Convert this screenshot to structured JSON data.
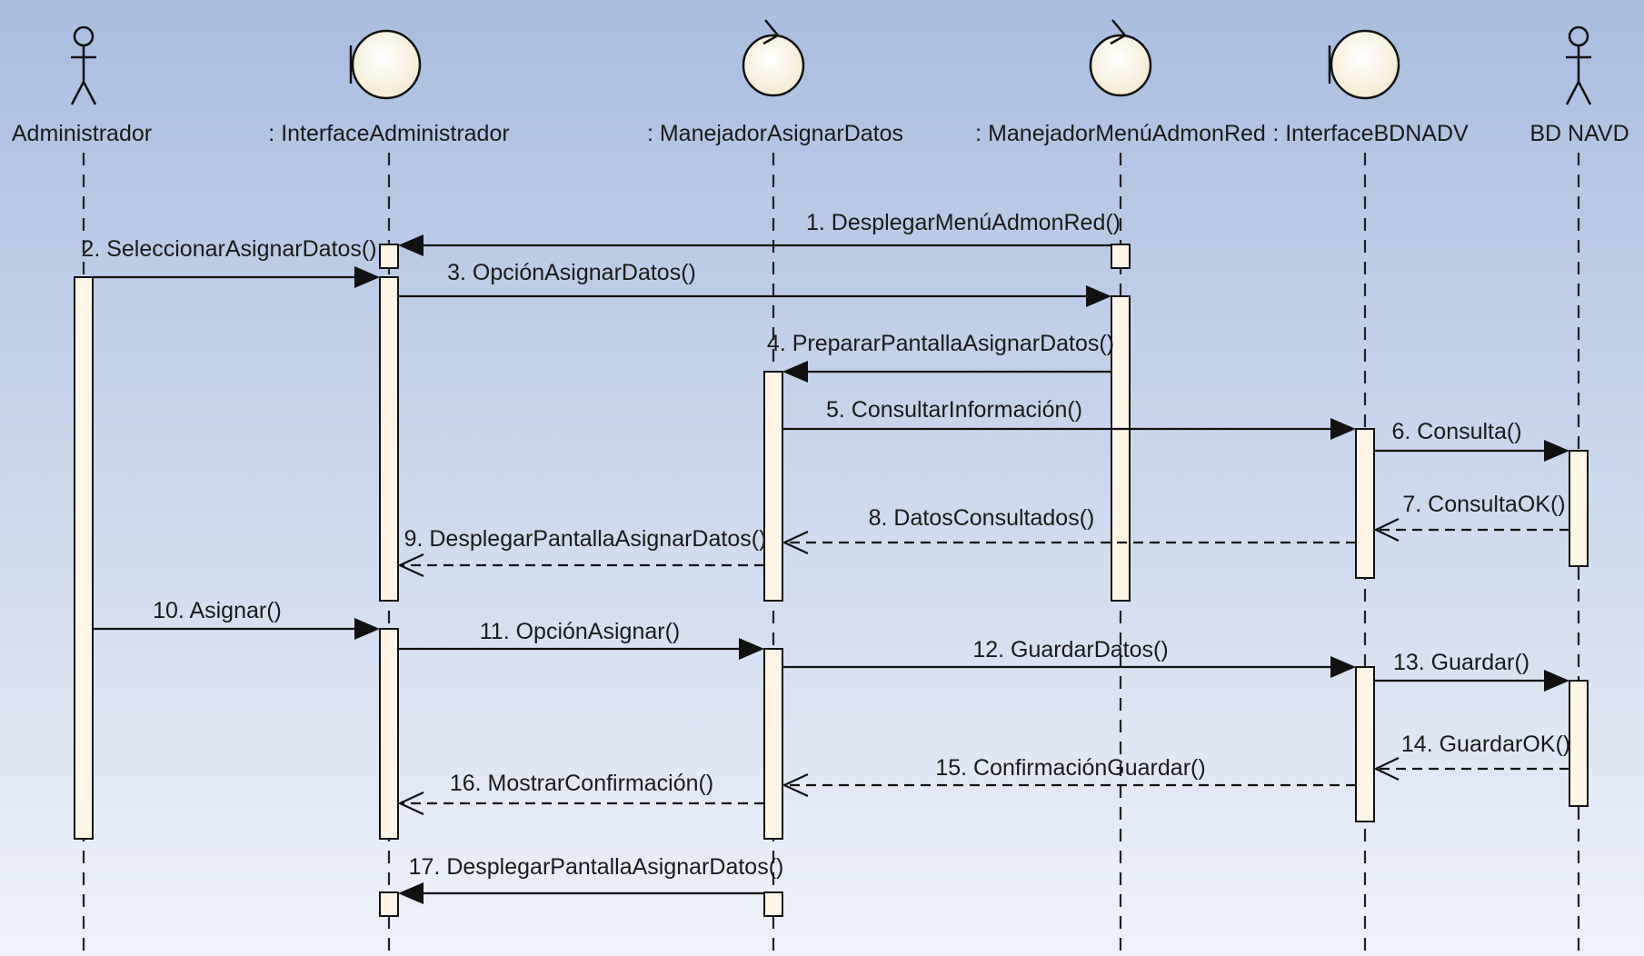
{
  "participants": [
    {
      "id": "admin",
      "type": "actor",
      "label": "Administrador"
    },
    {
      "id": "ui_admin",
      "type": "boundary",
      "label": ": InterfaceAdministrador"
    },
    {
      "id": "mgr_asignar",
      "type": "control",
      "label": ": ManejadorAsignarDatos"
    },
    {
      "id": "mgr_menu",
      "type": "control",
      "label": ": ManejadorMenúAdmonRed"
    },
    {
      "id": "ui_bd",
      "type": "boundary",
      "label": ": InterfaceBDNADV"
    },
    {
      "id": "bd",
      "type": "actor",
      "label": "BD NAVD"
    }
  ],
  "messages": [
    {
      "label": "1. DesplegarMenúAdmonRed()",
      "from": "mgr_menu",
      "to": "ui_admin",
      "kind": "sync"
    },
    {
      "label": "2. SeleccionarAsignarDatos()",
      "from": "admin",
      "to": "ui_admin",
      "kind": "sync"
    },
    {
      "label": "3. OpciónAsignarDatos()",
      "from": "ui_admin",
      "to": "mgr_menu",
      "kind": "sync"
    },
    {
      "label": "4. PrepararPantallaAsignarDatos()",
      "from": "mgr_menu",
      "to": "mgr_asignar",
      "kind": "sync"
    },
    {
      "label": "5. ConsultarInformación()",
      "from": "mgr_asignar",
      "to": "ui_bd",
      "kind": "sync"
    },
    {
      "label": "6. Consulta()",
      "from": "ui_bd",
      "to": "bd",
      "kind": "sync"
    },
    {
      "label": "7. ConsultaOK()",
      "from": "bd",
      "to": "ui_bd",
      "kind": "return"
    },
    {
      "label": "8. DatosConsultados()",
      "from": "ui_bd",
      "to": "mgr_asignar",
      "kind": "return"
    },
    {
      "label": "9. DesplegarPantallaAsignarDatos()",
      "from": "mgr_asignar",
      "to": "ui_admin",
      "kind": "return"
    },
    {
      "label": "10. Asignar()",
      "from": "admin",
      "to": "ui_admin",
      "kind": "sync"
    },
    {
      "label": "11. OpciónAsignar()",
      "from": "ui_admin",
      "to": "mgr_asignar",
      "kind": "sync"
    },
    {
      "label": "12. GuardarDatos()",
      "from": "mgr_asignar",
      "to": "ui_bd",
      "kind": "sync"
    },
    {
      "label": "13. Guardar()",
      "from": "ui_bd",
      "to": "bd",
      "kind": "sync"
    },
    {
      "label": "14. GuardarOK()",
      "from": "bd",
      "to": "ui_bd",
      "kind": "return"
    },
    {
      "label": "15. ConfirmaciónGuardar()",
      "from": "ui_bd",
      "to": "mgr_asignar",
      "kind": "return"
    },
    {
      "label": "16. MostrarConfirmación()",
      "from": "mgr_asignar",
      "to": "ui_admin",
      "kind": "return"
    },
    {
      "label": "17. DesplegarPantallaAsignarDatos()",
      "from": "mgr_asignar",
      "to": "ui_admin",
      "kind": "sync"
    }
  ],
  "colors": {
    "background_top": "#a9bddf",
    "background_bottom": "#eef2fa",
    "activation_fill": "#fdf5e6",
    "line": "#111111"
  }
}
